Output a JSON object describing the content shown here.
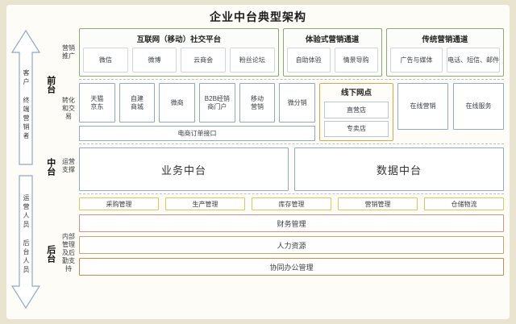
{
  "title": "企业中台典型架构",
  "arrows": [
    {
      "name": "customer-arrow",
      "direction": "up",
      "label": "客户  终端营销者"
    },
    {
      "name": "operator-arrow",
      "direction": "down",
      "label": "运营人员  后台人员"
    }
  ],
  "layers": [
    {
      "key": "front",
      "name": "前台"
    },
    {
      "key": "middle",
      "name": "中台"
    },
    {
      "key": "back",
      "name": "后台"
    }
  ],
  "sublabels": {
    "promotion": "营销\n推广",
    "transaction": "转化\n和交\n易",
    "operation_support": "运营\n支撑",
    "internal_support": "内部\n管理\n及后\n勤支\n持"
  },
  "row_promotion": {
    "groups": [
      {
        "title": "互联网（移动）社交平台",
        "items": [
          "微信",
          "微博",
          "云商会",
          "粉丝论坛"
        ]
      },
      {
        "title": "体验式营销通道",
        "items": [
          "自助体验",
          "情景导购"
        ]
      },
      {
        "title": "传统营销通道",
        "items": [
          "广告与媒体",
          "电话、短信、邮件"
        ]
      }
    ]
  },
  "row_transaction": {
    "channels": [
      "天猫\n京东",
      "自建\n商城",
      "微商",
      "B2B经销\n商门户",
      "移动\n营销",
      "微分销"
    ],
    "interface_band": "电商订单接口",
    "offline": {
      "title": "线下网点",
      "items": [
        "直营店",
        "专卖店"
      ]
    },
    "right_cells": [
      "在线营销",
      "在线服务"
    ]
  },
  "row_middle": {
    "platforms": [
      "业务中台",
      "数据中台"
    ]
  },
  "row_back": {
    "modules": [
      "采购管理",
      "生产管理",
      "库存管理",
      "营销管理",
      "仓储物流"
    ],
    "full_bars": [
      "财务管理",
      "人力资源",
      "协同办公管理"
    ]
  },
  "colors": {
    "page_background": "#e9e4cf",
    "canvas": "#fdfcf7",
    "green_border": "#8aab71",
    "blue_border": "#8fa9c7",
    "orange_border": "#d9a44c",
    "yellow_border": "#e3c55c",
    "red_border": "#d98f8a",
    "arrow_stroke": "#8fa9c7"
  }
}
